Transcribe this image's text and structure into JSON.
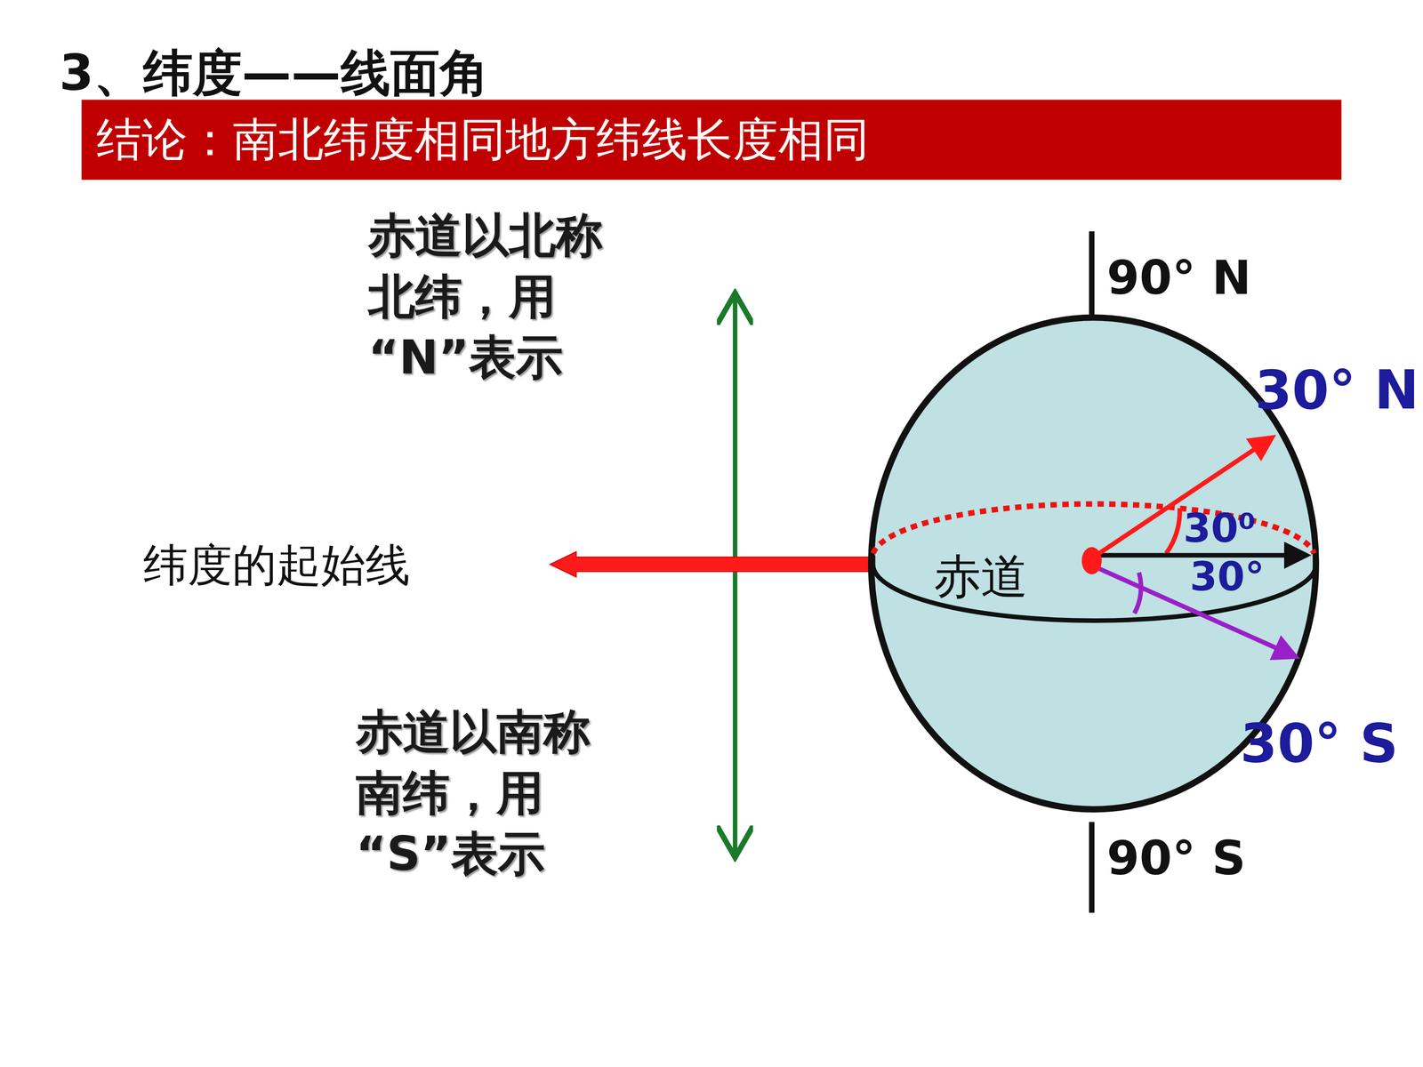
{
  "diagram": {
    "title": "3、纬度——线面角",
    "nodes": [
      {
        "text": [
          "结论：南北纬度相同地方纬线长度相同"
        ]
      }
    ],
    "labels": [
      "赤道以北称北纬，用“N”表示",
      "90° N",
      "30° N",
      "30⁰",
      "纬度的起始线",
      "赤道",
      "30°",
      "30° S",
      "赤道以南称南纬，用“S”表示",
      "90° S"
    ]
  }
}
